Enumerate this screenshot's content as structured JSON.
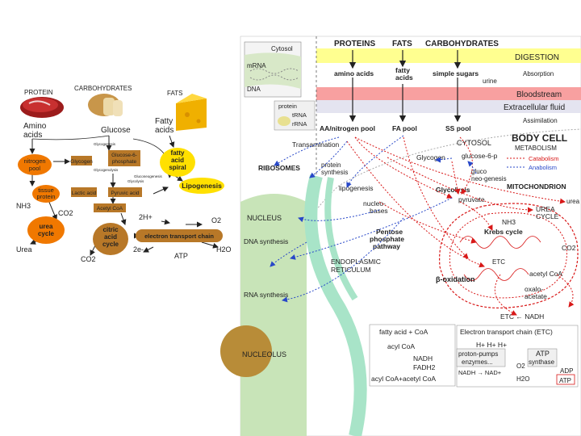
{
  "left": {
    "headings": {
      "protein": "PROTEIN",
      "carbohydrates": "CARBOHYDRATES",
      "fats": "FATS"
    },
    "labels": {
      "amino_acids": "Amino acids",
      "glucose": "Glucose",
      "fatty_acids": "Fatty acids",
      "nitrogen_pool": "nitrogen pool",
      "glycogen": "Glycogen",
      "glucose_6_phosphate": "Glucose-6-phosphate",
      "fatty_acid_spiral": "fatty acid spiral",
      "tissue_protein": "tissue protein",
      "lactic_acid": "Lactic acid",
      "pyruvic_acid": "Pyruvic acid",
      "lipogenesis": "Lipogenesis",
      "acetyl_coa": "Acetyl CoA",
      "nh3": "NH3",
      "co2_top": "CO2",
      "urea_cycle": "urea cycle",
      "two_h": "2H+",
      "o2": "O2",
      "citric_acid_cycle": "citric acid cycle",
      "electron_transport_chain": "electron transport chain",
      "urea": "Urea",
      "co2_bottom": "CO2",
      "two_e": "2e-",
      "atp": "ATP",
      "h2o": "H2O",
      "glycogenesis": "Glycogenesis",
      "glycogenolysis": "Glycogenolysis",
      "gluconeogenesis": "Gluconeogenesis",
      "glycolysis": "Glycolysis"
    }
  },
  "right": {
    "top": {
      "proteins": "PROTEINS",
      "fats": "FATS",
      "carbohydrates": "CARBOHYDRATES",
      "digestion": "DIGESTION",
      "amino_acids": "amino acids",
      "fatty_acids": "fatty acids",
      "simple_sugars": "simple sugars",
      "urine": "urine",
      "absorption": "Absorption",
      "bloodstream": "Bloodstream",
      "extracellular_fluid": "Extracellular fluid",
      "assimilation": "Assimilation"
    },
    "cell": {
      "cytosol_top": "Cytosol",
      "mrna": "mRNA",
      "dna": "DNA",
      "protein": "protein",
      "trna": "tRNA",
      "rrna": "rRNA",
      "aa_pool": "AA/nitrogen pool",
      "fa_pool": "FA pool",
      "ss_pool": "SS pool",
      "body_cell": "BODY CELL",
      "metabolism": "METABOLISM",
      "catabolism": "Catabolism",
      "anabolism": "Anabolism",
      "transamination": "Transamination",
      "cytosol": "CYTOSOL",
      "glycogen": "Glycogen",
      "glucose_6_p": "glucose-6-p",
      "ribosomes": "RIBOSOMES",
      "protein_synthesis": "protein synthesis",
      "gluco_neo_genesis": "gluco neo-genesis",
      "lipogenesis": "lipogenesis",
      "glycolysis": "Glycolysis",
      "mitochondrion": "MITOCHONDRION",
      "urea": "urea",
      "nucleo_bases": "nucleo-bases",
      "pyruvate": "pyruvate",
      "urea_cycle": "UREA CYCLE",
      "nh3": "NH3",
      "nucleus": "NUCLEUS",
      "pentose_phosphate_pathway": "Pentose phosphate pathway",
      "krebs_cycle": "Krebs cycle",
      "co2": "CO2",
      "dna_synthesis": "DNA synthesis",
      "endoplasmic_reticulum": "ENDOPLASMIC RETICULUM",
      "etc": "ETC",
      "acetyl_coa": "acetyl CoA",
      "beta_oxidation": "β-oxidation",
      "oxalo_acetate": "oxalo-acetate",
      "rna_synthesis": "RNA synthesis",
      "etc_nadh": "ETC ← NADH",
      "fatty_acid_coa": "fatty acid + CoA",
      "acyl_coa": "acyl CoA",
      "nadh": "NADH",
      "fadh2": "FADH2",
      "acyl_coa_acetyl": "acyl CoA+acetyl CoA",
      "nucleolus": "NUCLEOLUS",
      "etc_title": "Electron transport chain (ETC)",
      "h_plus": "H+ H+ H+",
      "proton_pumps": "proton-pumps",
      "enzymes": "enzymes...",
      "atp": "ATP",
      "synthase": "synthase",
      "adp": "ADP",
      "nadh_nad": "NADH → NAD+",
      "o2": "O2",
      "h2o": "H2O",
      "atp_small": "ATP"
    }
  },
  "colors": {
    "orange": "#f07800",
    "yellow": "#ffe000",
    "brown": "#b87828",
    "red": "#d81818",
    "blue": "#2848c8",
    "digestion_band": "#ffff90",
    "bloodstream_band": "#f8a0a0",
    "extracellular_band": "#e4e4f0",
    "nucleus": "#c8e4b8",
    "er": "#a8e4c8",
    "nucleolus": "#b88c38"
  }
}
